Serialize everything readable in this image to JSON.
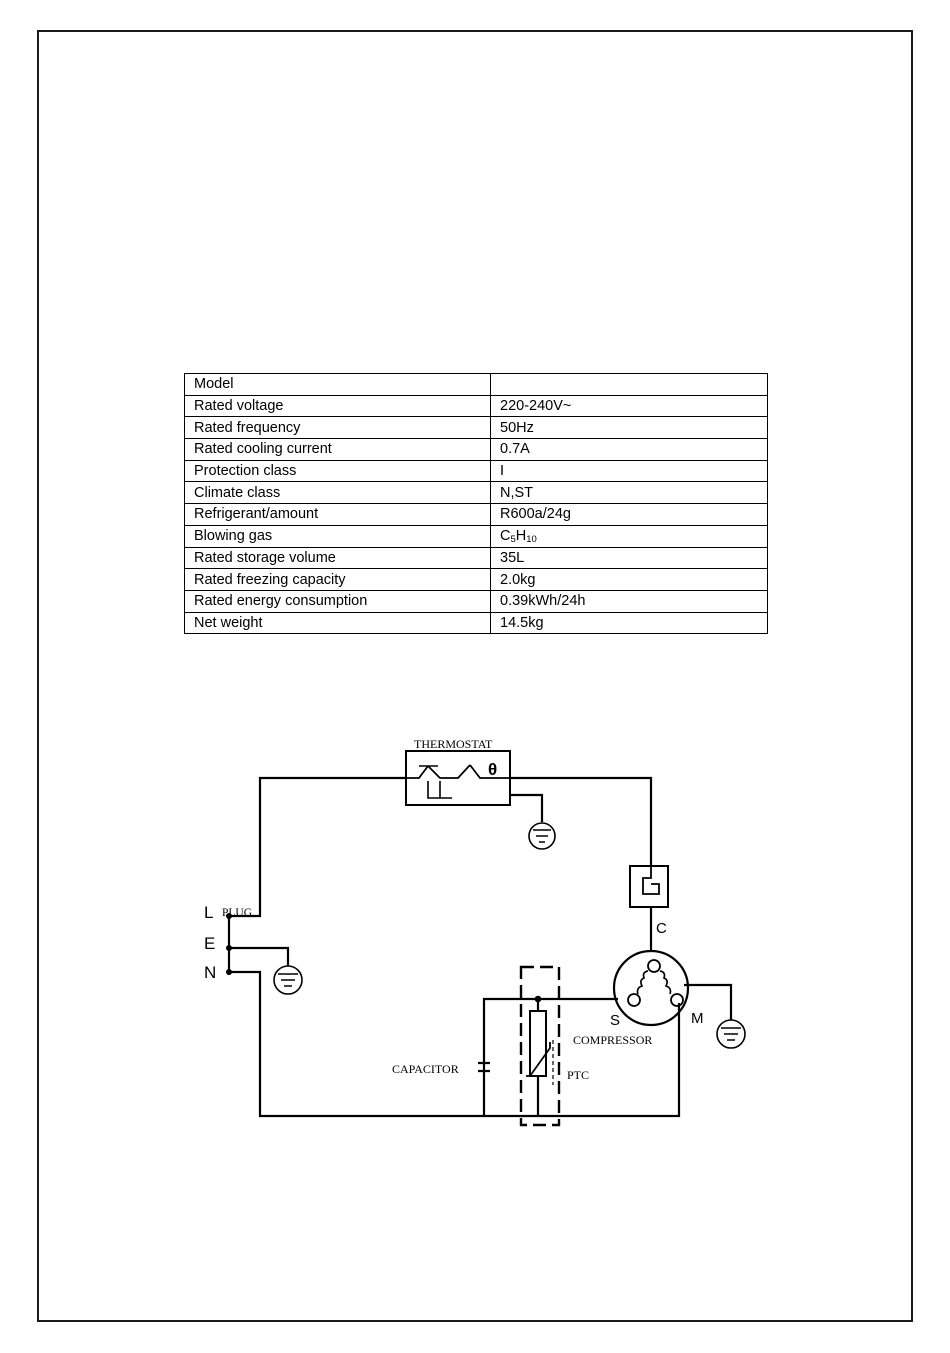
{
  "spec_table": {
    "rows": [
      {
        "label": "Model",
        "value": ""
      },
      {
        "label": "Rated voltage",
        "value": "220-240V~"
      },
      {
        "label": "Rated frequency",
        "value": "50Hz"
      },
      {
        "label": "Rated cooling current",
        "value": "0.7A"
      },
      {
        "label": "Protection class",
        "value": "I"
      },
      {
        "label": "Climate class",
        "value": "N,ST"
      },
      {
        "label": "Refrigerant/amount",
        "value": "R600a/24g"
      },
      {
        "label": "Blowing gas",
        "value": "C5H10",
        "value_parts": [
          "C",
          "5",
          "H",
          "10"
        ]
      },
      {
        "label": "Rated storage volume",
        "value": "35L"
      },
      {
        "label": "Rated freezing capacity",
        "value": "2.0kg"
      },
      {
        "label": "Rated energy consumption",
        "value": "0.39kWh/24h"
      },
      {
        "label": "Net weight",
        "value": "14.5kg"
      }
    ]
  },
  "diagram": {
    "thermostat_label": "THERMOSTAT",
    "theta_symbol": "θ",
    "plug_label": "PLUG",
    "line_label": "L",
    "earth_label": "E",
    "neutral_label": "N",
    "c_label": "C",
    "s_label": "S",
    "m_label": "M",
    "compressor_label": "COMPRESSOR",
    "capacitor_label": "CAPACITOR",
    "ptc_label": "PTC"
  }
}
